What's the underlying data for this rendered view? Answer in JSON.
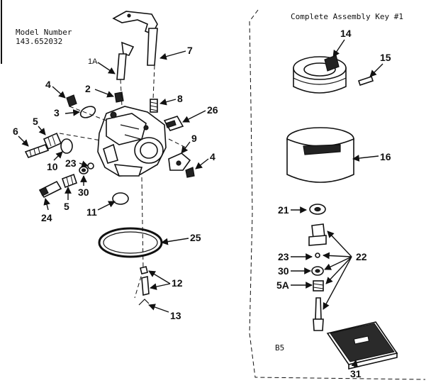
{
  "header": {
    "model_label": "Model Number",
    "model_number": "143.652032",
    "assembly_title": "Complete Assembly Key #1"
  },
  "labels": {
    "l14": "14",
    "l15": "15",
    "l16": "16",
    "l21": "21",
    "l22": "22",
    "l23b": "23",
    "l30b": "30",
    "l5a": "5A",
    "l31": "31",
    "lb5": "B5",
    "l1a": "1A",
    "l7": "7",
    "l2": "2",
    "l4a": "4",
    "l8": "8",
    "l3": "3",
    "l26": "26",
    "l6": "6",
    "l5t": "5",
    "l9": "9",
    "l10": "10",
    "l23a": "23",
    "l4b": "4",
    "l30a": "30",
    "l5b": "5",
    "l24": "24",
    "l11": "11",
    "l25": "25",
    "l12": "12",
    "l13": "13"
  }
}
